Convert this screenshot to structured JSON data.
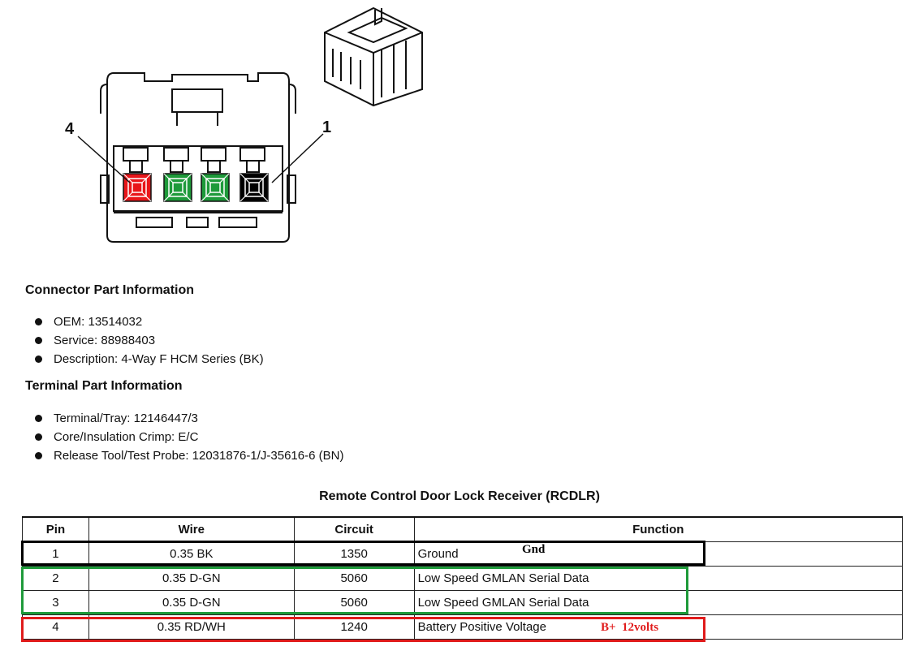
{
  "diagram": {
    "pin_labels": [
      "4",
      "1"
    ],
    "colors": {
      "pin_red": "#e8161a",
      "pin_green": "#1e9a3a",
      "pin_black": "#000000",
      "outline": "#111111"
    },
    "pin_colors": [
      "red",
      "green",
      "green",
      "black"
    ]
  },
  "connector_info": {
    "heading": "Connector Part Information",
    "items": [
      "OEM: 13514032",
      "Service: 88988403",
      "Description: 4-Way F HCM Series (BK)"
    ]
  },
  "terminal_info": {
    "heading": "Terminal Part Information",
    "items": [
      "Terminal/Tray: 12146447/3",
      "Core/Insulation Crimp: E/C",
      "Release Tool/Test Probe: 12031876-1/J-35616-6 (BN)"
    ]
  },
  "table": {
    "title": "Remote Control Door Lock Receiver (RCDLR)",
    "headers": [
      "Pin",
      "Wire",
      "Circuit",
      "Function"
    ],
    "rows": [
      {
        "pin": "1",
        "wire": "0.35 BK",
        "circuit": "1350",
        "function": "Ground"
      },
      {
        "pin": "2",
        "wire": "0.35 D-GN",
        "circuit": "5060",
        "function": "Low Speed GMLAN Serial Data"
      },
      {
        "pin": "3",
        "wire": "0.35 D-GN",
        "circuit": "5060",
        "function": "Low Speed GMLAN Serial Data"
      },
      {
        "pin": "4",
        "wire": "0.35 RD/WH",
        "circuit": "1240",
        "function": "Battery Positive Voltage"
      }
    ]
  },
  "annotations": {
    "gnd": "Gnd",
    "bplus": "B+  12volts",
    "colors": {
      "black": "#000000",
      "green": "#1e9a3a",
      "red": "#e01b1b"
    }
  }
}
